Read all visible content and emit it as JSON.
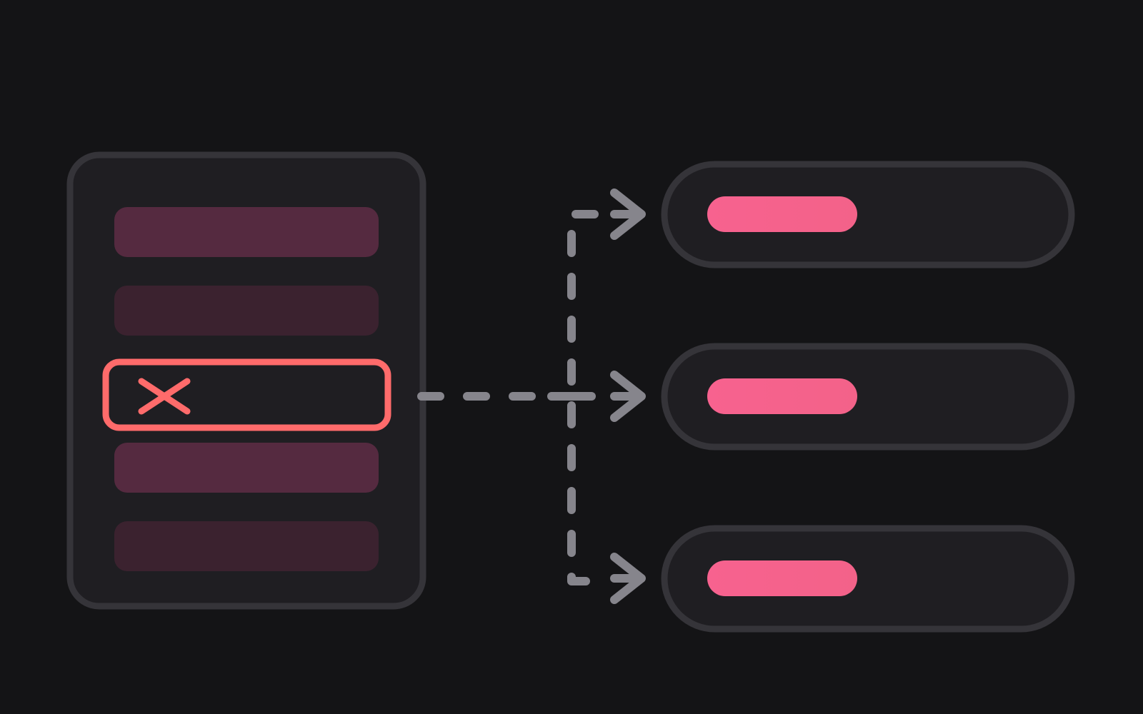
{
  "colors": {
    "background": "#141416",
    "panel_fill": "#1f1e22",
    "panel_stroke": "#353439",
    "row_strong": "#552a40",
    "row_dim": "#3b222f",
    "error": "#ff6b6b",
    "connector": "#86858c",
    "pill_gradient_start": "#f7628f",
    "pill_gradient_end": "#f36289"
  },
  "source_list": {
    "rows": [
      {
        "state": "normal",
        "shade": "strong"
      },
      {
        "state": "normal",
        "shade": "dim"
      },
      {
        "state": "error",
        "icon": "x-mark-icon"
      },
      {
        "state": "normal",
        "shade": "strong"
      },
      {
        "state": "normal",
        "shade": "dim"
      }
    ]
  },
  "connector": {
    "style": "dashed",
    "arrowhead": "chevron-right-icon",
    "branches": 3
  },
  "targets": [
    {
      "indicator": "filled-pill"
    },
    {
      "indicator": "filled-pill"
    },
    {
      "indicator": "filled-pill"
    }
  ]
}
